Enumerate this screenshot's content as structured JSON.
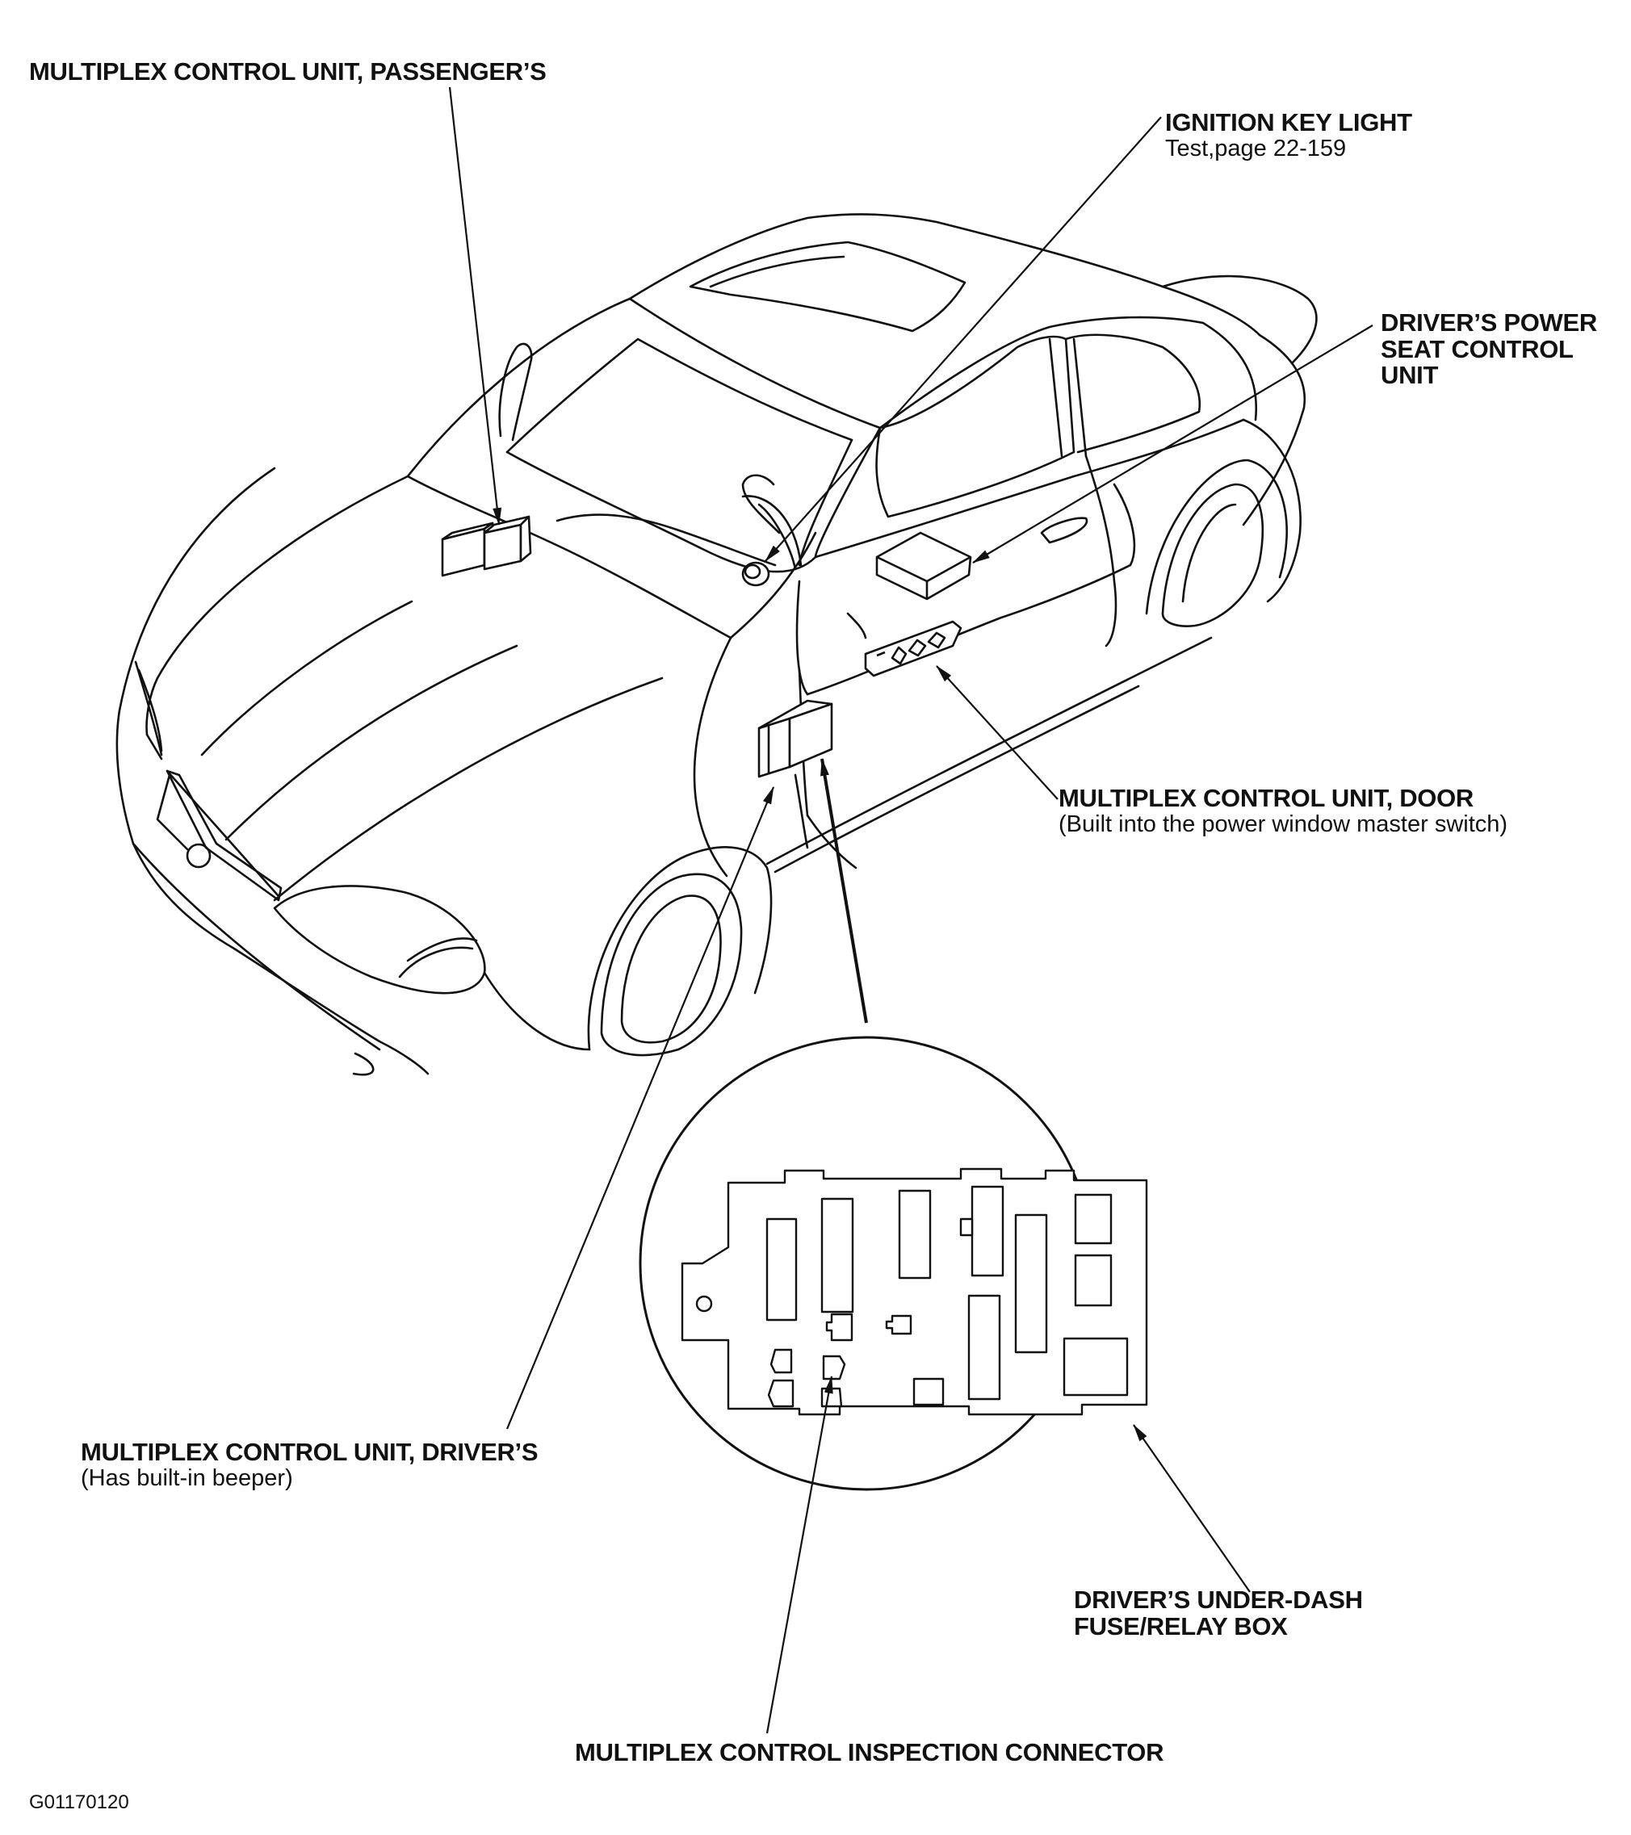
{
  "labels": {
    "mcu_passenger": {
      "title": "MULTIPLEX CONTROL UNIT, PASSENGER’S"
    },
    "ignition_key_light": {
      "title": "IGNITION KEY LIGHT",
      "note": "Test,page 22-159"
    },
    "drivers_power_seat": {
      "line1": "DRIVER’S POWER",
      "line2": "SEAT CONTROL",
      "line3": "UNIT"
    },
    "mcu_door": {
      "title": "MULTIPLEX CONTROL UNIT, DOOR",
      "note": "(Built into the power window master switch)"
    },
    "mcu_driver": {
      "title": "MULTIPLEX CONTROL UNIT, DRIVER’S",
      "note": "(Has built-in beeper)"
    },
    "fuse_box": {
      "line1": "DRIVER’S UNDER-DASH",
      "line2": "FUSE/RELAY BOX"
    },
    "inspection_connector": {
      "title": "MULTIPLEX CONTROL INSPECTION CONNECTOR"
    }
  },
  "figure_code": "G01170120",
  "colors": {
    "ink": "#111111",
    "paper": "#ffffff"
  }
}
